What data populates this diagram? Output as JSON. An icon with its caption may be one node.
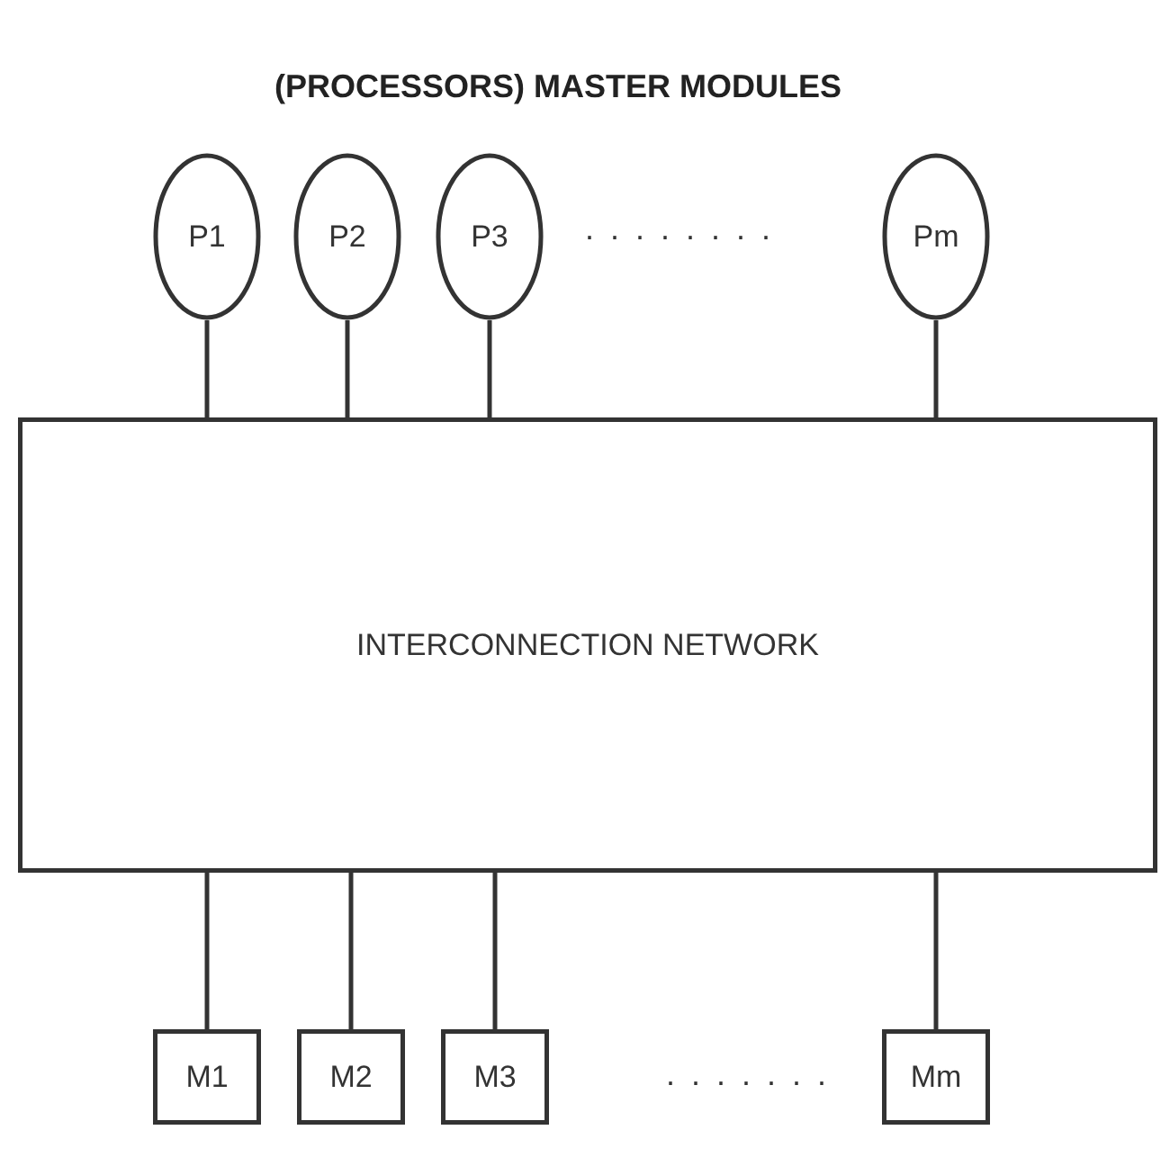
{
  "diagram": {
    "title": "(PROCESSORS) MASTER MODULES",
    "nodes": [
      {
        "text": [
          "P1"
        ]
      },
      {
        "text": [
          "P2"
        ]
      },
      {
        "text": [
          "P3"
        ]
      },
      {
        "text": [
          "Pm"
        ]
      },
      {
        "text": [
          "INTERCONNECTION NETWORK"
        ]
      },
      {
        "text": [
          "M1"
        ]
      },
      {
        "text": [
          "M2"
        ]
      },
      {
        "text": [
          "M3"
        ]
      },
      {
        "text": [
          "Mm"
        ]
      }
    ],
    "edges": [
      {
        "from": 0,
        "to": 4,
        "arrow": "none"
      },
      {
        "from": 1,
        "to": 4,
        "arrow": "none"
      },
      {
        "from": 2,
        "to": 4,
        "arrow": "none"
      },
      {
        "from": 3,
        "to": 4,
        "arrow": "none"
      },
      {
        "from": 4,
        "to": 5,
        "arrow": "none"
      },
      {
        "from": 4,
        "to": 6,
        "arrow": "none"
      },
      {
        "from": 4,
        "to": 7,
        "arrow": "none"
      },
      {
        "from": 4,
        "to": 8,
        "arrow": "none"
      }
    ],
    "labels": [
      ". . . . . . . .",
      ". . . . . . ."
    ]
  }
}
